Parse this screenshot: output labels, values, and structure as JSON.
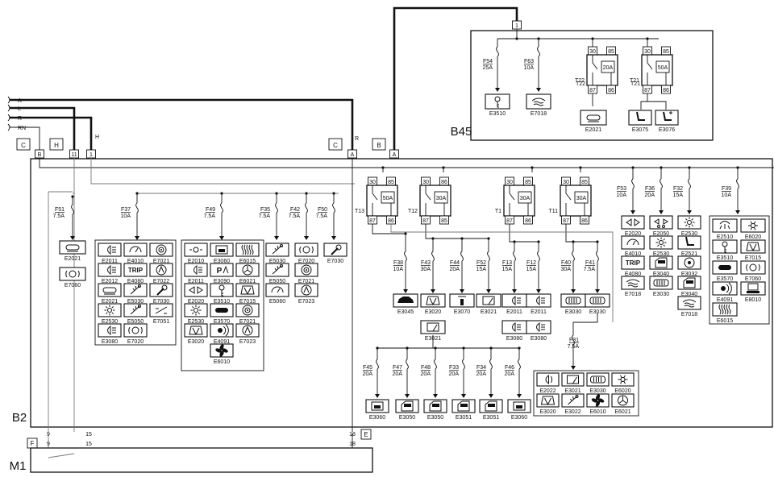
{
  "modules": {
    "b45": "B45",
    "b2": "B2",
    "m1": "M1"
  },
  "b45_top_pin": "1",
  "feed_wires": [
    {
      "label": "A",
      "pin": "A"
    },
    {
      "label": "L",
      "pin": "11"
    },
    {
      "label": "R",
      "pin": "A"
    },
    {
      "label": "RN",
      "pin": "B"
    }
  ],
  "connectors": {
    "left_c": "C",
    "left_h": "H",
    "mid_c": "C",
    "mid_b": "B",
    "h_wire": "H",
    "r_wire": "R",
    "b2_pins": [
      "B",
      "11",
      "1",
      "A",
      "A"
    ],
    "f": "F",
    "e": "E",
    "bottom_pins": [
      "9",
      "15",
      "18"
    ],
    "m1_pins": [
      "9",
      "15",
      "18"
    ]
  },
  "b45": {
    "fuses": [
      {
        "id": "F54",
        "amp": "25A",
        "load": "E3510",
        "icon": "key-icon"
      },
      {
        "id": "F63",
        "amp": "10A",
        "load": "E7018",
        "icon": "heated-window-icon"
      }
    ],
    "relays": [
      {
        "id": "T22",
        "rating": "20A",
        "pins": [
          "30",
          "85",
          "87",
          "86"
        ],
        "loads": [
          {
            "code": "E2021",
            "icon": "stop-icon"
          }
        ]
      },
      {
        "id": "T21",
        "rating": "50A",
        "pins": [
          "30",
          "85",
          "87",
          "86"
        ],
        "loads": [
          {
            "code": "E3075",
            "icon": "seat-icon"
          },
          {
            "code": "E3076",
            "icon": "seat-adjust-icon"
          }
        ]
      }
    ]
  },
  "b2": {
    "relays": [
      {
        "id": "T13",
        "rating": "50A",
        "pins": [
          "30",
          "85",
          "87",
          "86"
        ]
      },
      {
        "id": "T12",
        "rating": "30A",
        "pins": [
          "30",
          "86",
          "87",
          "85"
        ]
      },
      {
        "id": "T1",
        "rating": "30A",
        "pins": [
          "30",
          "85",
          "87",
          "86"
        ]
      },
      {
        "id": "T11",
        "rating": "30A",
        "pins": [
          "30",
          "85",
          "87",
          "86"
        ]
      }
    ],
    "f51": {
      "id": "F51",
      "amp": "7.5A",
      "loads": [
        "E2021",
        "E7060"
      ]
    },
    "upper_fuses": [
      {
        "id": "F37",
        "amp": "10A"
      },
      {
        "id": "F49",
        "amp": "7.5A"
      },
      {
        "id": "F35",
        "amp": "7.5A"
      },
      {
        "id": "F42",
        "amp": "7.5A"
      },
      {
        "id": "F50",
        "amp": "7.5A"
      }
    ],
    "f37_loads": [
      {
        "code": "E2011",
        "icon": "headlamp-icon"
      },
      {
        "code": "E4010",
        "icon": "gauge-icon"
      },
      {
        "code": "E7021",
        "icon": "speaker-icon"
      },
      {
        "code": "E2012",
        "icon": "headlamp-icon"
      },
      {
        "code": "E4080",
        "icon": "trip-icon",
        "text": "TRIP"
      },
      {
        "code": "E7022",
        "icon": "horn-icon"
      },
      {
        "code": "E2021",
        "icon": "stop-icon"
      },
      {
        "code": "E5030",
        "icon": "washer-icon"
      },
      {
        "code": "E7030",
        "icon": "tool-icon"
      },
      {
        "code": "E2530",
        "icon": "sun-icon"
      },
      {
        "code": "E5050",
        "icon": "washer-icon"
      },
      {
        "code": "E7051",
        "icon": "adjust-icon"
      },
      {
        "code": "E3080",
        "icon": "headlamp-icon"
      },
      {
        "code": "E7020",
        "icon": "brake-icon"
      }
    ],
    "f49_loads": [
      {
        "code": "E2010",
        "icon": "lamp-icon"
      },
      {
        "code": "E3060",
        "icon": "window-icon"
      },
      {
        "code": "E6015",
        "icon": "heater-icon"
      },
      {
        "code": "E2011",
        "icon": "headlamp-icon"
      },
      {
        "code": "E3090",
        "icon": "parking-icon"
      },
      {
        "code": "E6021",
        "icon": "fan-control-icon"
      },
      {
        "code": "E2020",
        "icon": "indicator-icon"
      },
      {
        "code": "E3510",
        "icon": "key-icon"
      },
      {
        "code": "E7015",
        "icon": "wiper-icon"
      },
      {
        "code": "E2530",
        "icon": "sun-icon"
      },
      {
        "code": "E3570",
        "icon": "phone-icon"
      },
      {
        "code": "E7021",
        "icon": "speaker-icon"
      },
      {
        "code": "E3020",
        "icon": "wiper-icon"
      },
      {
        "code": "E4091",
        "icon": "radio-icon"
      },
      {
        "code": "E7023",
        "icon": "horn-icon"
      },
      {
        "code": "E6010",
        "icon": "fan-icon"
      }
    ],
    "f35_loads": [
      {
        "code": "E5030",
        "icon": "washer-icon"
      },
      {
        "code": "E5050",
        "icon": "washer-icon"
      },
      {
        "code": "E5060",
        "icon": "gauge-icon"
      }
    ],
    "f42_loads": [
      {
        "code": "E7020",
        "icon": "brake-icon"
      },
      {
        "code": "E7021",
        "icon": "speaker-icon"
      },
      {
        "code": "E7023",
        "icon": "horn-icon"
      }
    ],
    "f50_loads": [
      {
        "code": "E7030",
        "icon": "tool-icon"
      }
    ],
    "relay_fuses": [
      {
        "id": "F38",
        "amp": "10A",
        "load": "E3045",
        "icon": "car-icon"
      },
      {
        "id": "F43",
        "amp": "30A",
        "load": "E3020",
        "icon": "wiper-icon",
        "load2": "E3021",
        "icon2": "rear-wiper-icon"
      },
      {
        "id": "F44",
        "amp": "20A",
        "load": "E3070",
        "icon": "lighter-icon"
      },
      {
        "id": "F52",
        "amp": "15A",
        "load": "E3021",
        "icon": "rear-wiper-icon"
      },
      {
        "id": "F13",
        "amp": "15A",
        "load": "E2011",
        "icon": "headlamp-icon",
        "load2": "E3080",
        "icon2": "headlamp-icon"
      },
      {
        "id": "F12",
        "amp": "15A",
        "load": "E2011",
        "icon": "headlamp-icon",
        "load2": "E3080",
        "icon2": "headlamp-icon"
      },
      {
        "id": "F40",
        "amp": "30A",
        "load": "E3030",
        "icon": "defrost-icon"
      },
      {
        "id": "F41",
        "amp": "7.5A",
        "load": "E3030",
        "icon": "defrost-icon"
      }
    ],
    "f31": {
      "id": "F31",
      "amp": "7.5A"
    },
    "f31_loads": [
      {
        "code": "E2022",
        "icon": "fog-icon"
      },
      {
        "code": "E3021",
        "icon": "rear-wiper-icon"
      },
      {
        "code": "E3030",
        "icon": "defrost-icon"
      },
      {
        "code": "E6020",
        "icon": "climate-icon"
      },
      {
        "code": "E3020",
        "icon": "wiper-icon"
      },
      {
        "code": "E3022",
        "icon": "washer-icon"
      },
      {
        "code": "E6010",
        "icon": "fan-icon"
      },
      {
        "code": "E6021",
        "icon": "fan-control-icon"
      }
    ],
    "lower_fuses": [
      {
        "id": "F45",
        "amp": "20A",
        "load": "E3060",
        "icon": "window-icon"
      },
      {
        "id": "F47",
        "amp": "20A",
        "load": "E3050",
        "icon": "door-icon"
      },
      {
        "id": "F48",
        "amp": "20A",
        "load": "E3050",
        "icon": "door-icon"
      },
      {
        "id": "F33",
        "amp": "20A",
        "load": "E3051",
        "icon": "door-icon"
      },
      {
        "id": "F34",
        "amp": "20A",
        "load": "E3051",
        "icon": "door-icon"
      },
      {
        "id": "F46",
        "amp": "20A",
        "load": "E3060",
        "icon": "window-icon"
      }
    ],
    "right_fuses": [
      {
        "id": "F53",
        "amp": "10A",
        "loads": [
          {
            "code": "E2020",
            "icon": "indicator-icon"
          },
          {
            "code": "E4010",
            "icon": "gauge-icon"
          },
          {
            "code": "E4080",
            "icon": "trip-icon",
            "text": "TRIP"
          },
          {
            "code": "E7018",
            "icon": "heated-window-icon"
          }
        ]
      },
      {
        "id": "F36",
        "amp": "20A",
        "loads": [
          {
            "code": "E2050",
            "icon": "trailer-icon"
          },
          {
            "code": "E2530",
            "icon": "sun-icon"
          },
          {
            "code": "E3040",
            "icon": "door-icon"
          },
          {
            "code": "E3030",
            "icon": "defrost-icon"
          }
        ]
      },
      {
        "id": "F32",
        "amp": "15A",
        "loads": [
          {
            "code": "E2530",
            "icon": "sun-icon"
          },
          {
            "code": "E2521",
            "icon": "seat-icon"
          },
          {
            "code": "E3032",
            "icon": "mirror-icon"
          },
          {
            "code": "E3040",
            "icon": "door-icon"
          },
          {
            "code": "E7018",
            "icon": "heated-window-icon"
          }
        ]
      },
      {
        "id": "F39",
        "amp": "10A",
        "loads": [
          {
            "code": "E2510",
            "icon": "interior-lamp-icon"
          },
          {
            "code": "E6020",
            "icon": "climate-icon"
          },
          {
            "code": "E3510",
            "icon": "key-icon"
          },
          {
            "code": "E7015",
            "icon": "wiper-icon"
          },
          {
            "code": "E3570",
            "icon": "phone-icon"
          },
          {
            "code": "E7060",
            "icon": "brake-icon"
          },
          {
            "code": "E4091",
            "icon": "radio-icon"
          },
          {
            "code": "E8010",
            "icon": "computer-icon"
          },
          {
            "code": "E6015",
            "icon": "heater-icon"
          }
        ]
      }
    ]
  }
}
